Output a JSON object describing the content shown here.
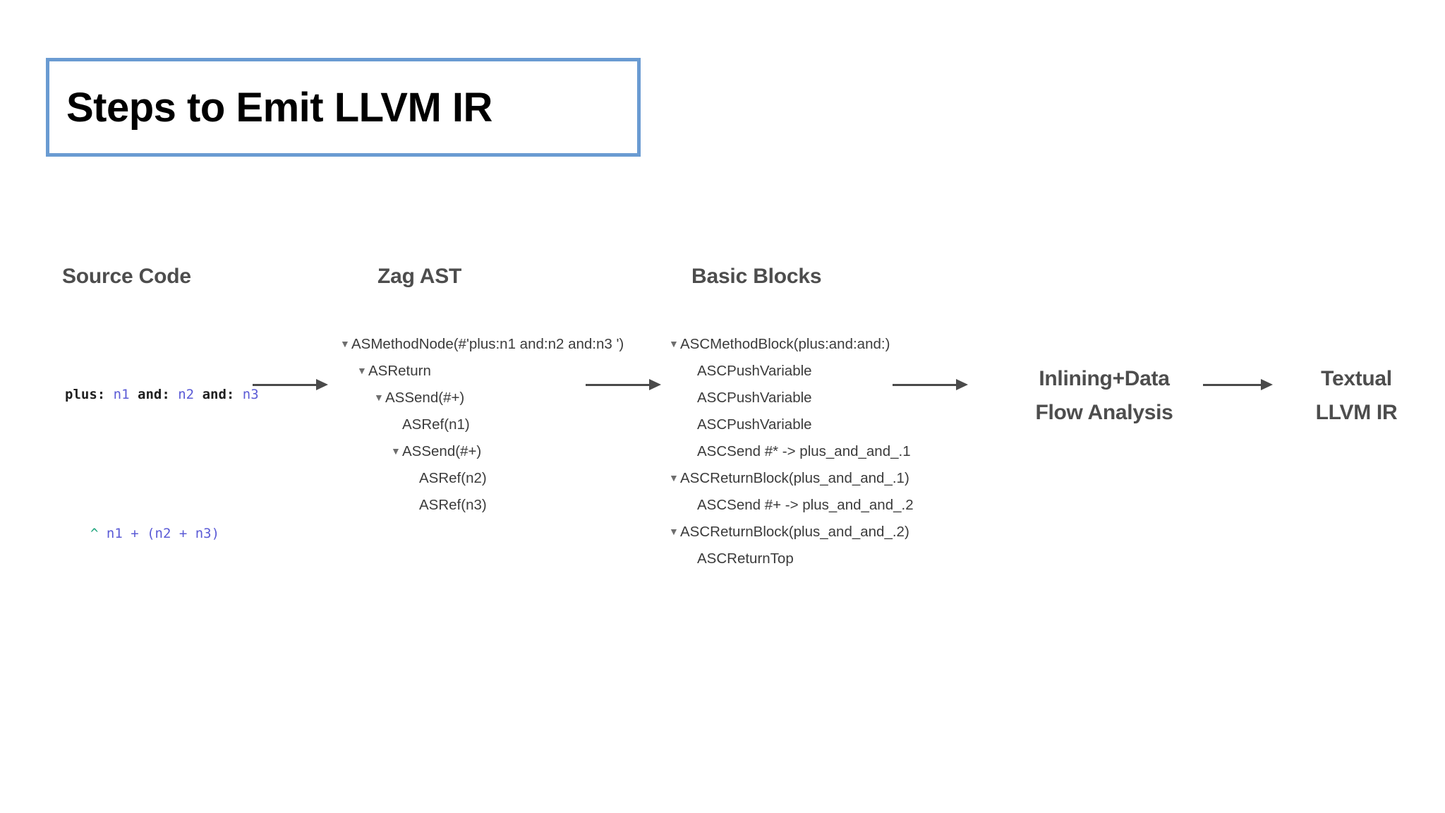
{
  "slide": {
    "title": "Steps to Emit LLVM IR",
    "title_border_color": "#6a9bd2",
    "heading_color": "#4d4d4d",
    "arrow_color": "#4a4a4a"
  },
  "columns": {
    "source": {
      "heading": "Source Code"
    },
    "ast": {
      "heading": "Zag AST"
    },
    "blocks": {
      "heading": "Basic Blocks"
    }
  },
  "source_code": {
    "line1": {
      "kw1": "plus:",
      "var1": "n1",
      "kw2": "and:",
      "var2": "n2",
      "kw3": "and:",
      "var3": "n3"
    },
    "line2": {
      "caret": "^",
      "expr": "n1 + (n2 + n3)"
    }
  },
  "ast_tree": [
    {
      "marker": "▼",
      "indent": 0,
      "label": "ASMethodNode(#'plus:n1 and:n2 and:n3 ')"
    },
    {
      "marker": "▼",
      "indent": 1,
      "label": "ASReturn"
    },
    {
      "marker": "▼",
      "indent": 2,
      "label": "ASSend(#+)"
    },
    {
      "marker": "",
      "indent": 3,
      "label": "ASRef(n1)"
    },
    {
      "marker": "▼",
      "indent": 3,
      "label": "ASSend(#+)"
    },
    {
      "marker": "",
      "indent": 4,
      "label": "ASRef(n2)"
    },
    {
      "marker": "",
      "indent": 4,
      "label": "ASRef(n3)"
    }
  ],
  "blocks_tree": [
    {
      "marker": "▼",
      "indent": 0,
      "label": "ASCMethodBlock(plus:and:and:)"
    },
    {
      "marker": "",
      "indent": 1,
      "label": "ASCPushVariable"
    },
    {
      "marker": "",
      "indent": 1,
      "label": "ASCPushVariable"
    },
    {
      "marker": "",
      "indent": 1,
      "label": "ASCPushVariable"
    },
    {
      "marker": "",
      "indent": 1,
      "label": "ASCSend #* -> plus_and_and_.1"
    },
    {
      "marker": "▼",
      "indent": 0,
      "label": "ASCReturnBlock(plus_and_and_.1)"
    },
    {
      "marker": "",
      "indent": 1,
      "label": "ASCSend #+ -> plus_and_and_.2"
    },
    {
      "marker": "▼",
      "indent": 0,
      "label": "ASCReturnBlock(plus_and_and_.2)"
    },
    {
      "marker": "",
      "indent": 1,
      "label": "ASCReturnTop"
    }
  ],
  "stages": {
    "inlining": "Inlining+Data\nFlow Analysis",
    "textual": "Textual\nLLVM IR"
  }
}
